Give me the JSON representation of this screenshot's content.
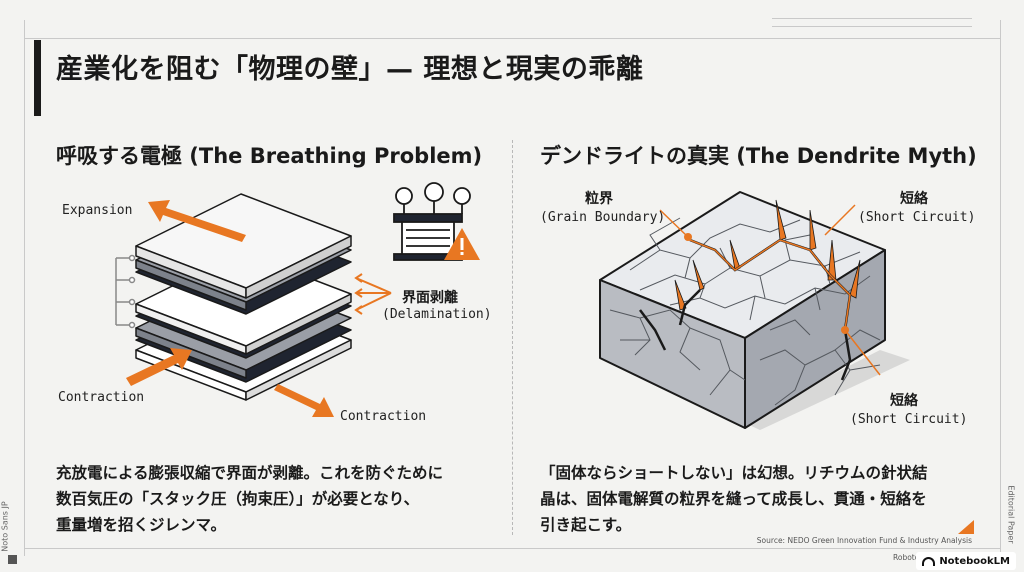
{
  "title": "産業化を阻む「物理の壁」— 理想と現実の乖離",
  "left": {
    "heading": "呼吸する電極 (The Breathing Problem)",
    "label_expansion": "Expansion",
    "label_contraction_left": "Contraction",
    "label_contraction_right": "Contraction",
    "label_delam_jp": "界面剥離",
    "label_delam_en": "(Delamination)",
    "body": "充放電による膨張収縮で界面が剥離。これを防ぐために\n数百気圧の「スタック圧（拘束圧）」が必要となり、\n重量増を招くジレンマ。"
  },
  "right": {
    "heading": "デンドライトの真実 (The Dendrite Myth)",
    "label_grain_jp": "粒界",
    "label_grain_en": "(Grain Boundary)",
    "label_short1_jp": "短絡",
    "label_short1_en": "(Short Circuit)",
    "label_short2_jp": "短絡",
    "label_short2_en": "(Short Circuit)",
    "body": "「固体ならショートしない」は幻想。リチウムの針状結\n晶は、固体電解質の粒界を縫って成長し、貫通・短絡を\n引き起こす。"
  },
  "source": "Source: NEDO Green Innovation Fund & Industry Analysis",
  "font_note_bottom": "Roboto Mono (",
  "font_note_left": "Noto Sans JP",
  "font_note_right": "Editorial Paper",
  "brand": "NotebookLM",
  "colors": {
    "accent": "#e87722",
    "dark": "#1f2430",
    "background": "#f3f3f1"
  }
}
